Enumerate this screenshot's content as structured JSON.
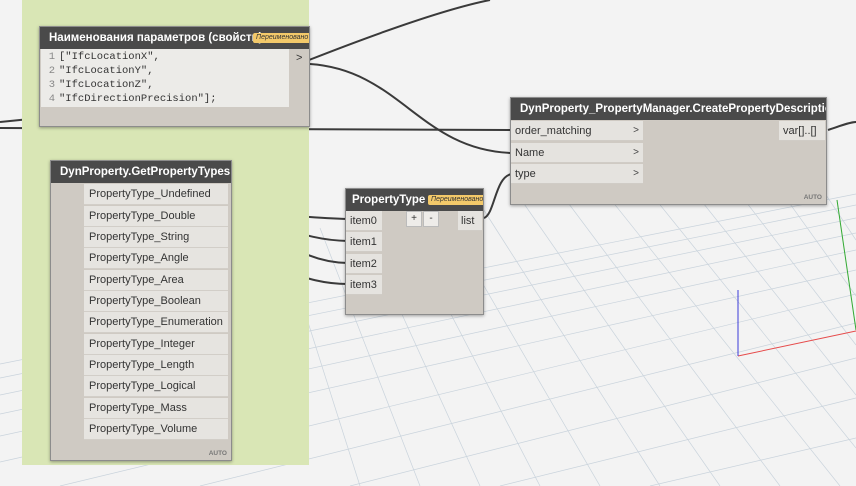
{
  "code_node": {
    "title": "Наименования параметров (свойств)",
    "badge": "Переименовано",
    "line_numbers": [
      "1",
      "2",
      "3",
      "4"
    ],
    "lines": [
      "[\"IfcLocationX\",",
      "\"IfcLocationY\",",
      "\"IfcLocationZ\",",
      "\"IfcDirectionPrecision\"];"
    ],
    "output_port": ">"
  },
  "types_node": {
    "title": "DynProperty.GetPropertyTypes",
    "items": [
      "PropertyType_Undefined",
      "PropertyType_Double",
      "PropertyType_String",
      "PropertyType_Angle",
      "PropertyType_Area",
      "PropertyType_Boolean",
      "PropertyType_Enumeration",
      "PropertyType_Integer",
      "PropertyType_Length",
      "PropertyType_Logical",
      "PropertyType_Mass",
      "PropertyType_Volume"
    ],
    "auto": "AUTO"
  },
  "list_node": {
    "title": "PropertyType",
    "badge": "Переименовано",
    "add": "+",
    "remove": "-",
    "inputs": [
      "item0",
      "item1",
      "item2",
      "item3"
    ],
    "output": "list"
  },
  "create_node": {
    "title": "DynProperty_PropertyManager.CreatePropertyDescription",
    "inputs": [
      "order_matching",
      "Name",
      "type"
    ],
    "chevron": ">",
    "output": "var[]..[]",
    "auto": "AUTO"
  },
  "colors": {
    "group": "#d9e6b5",
    "node_header": "#4a4a4a",
    "node_body": "#cfcac3",
    "badge": "#f3c96a",
    "axis_x": "#e64a4a",
    "axis_y": "#3b3bd8",
    "axis_z": "#33aa33"
  }
}
